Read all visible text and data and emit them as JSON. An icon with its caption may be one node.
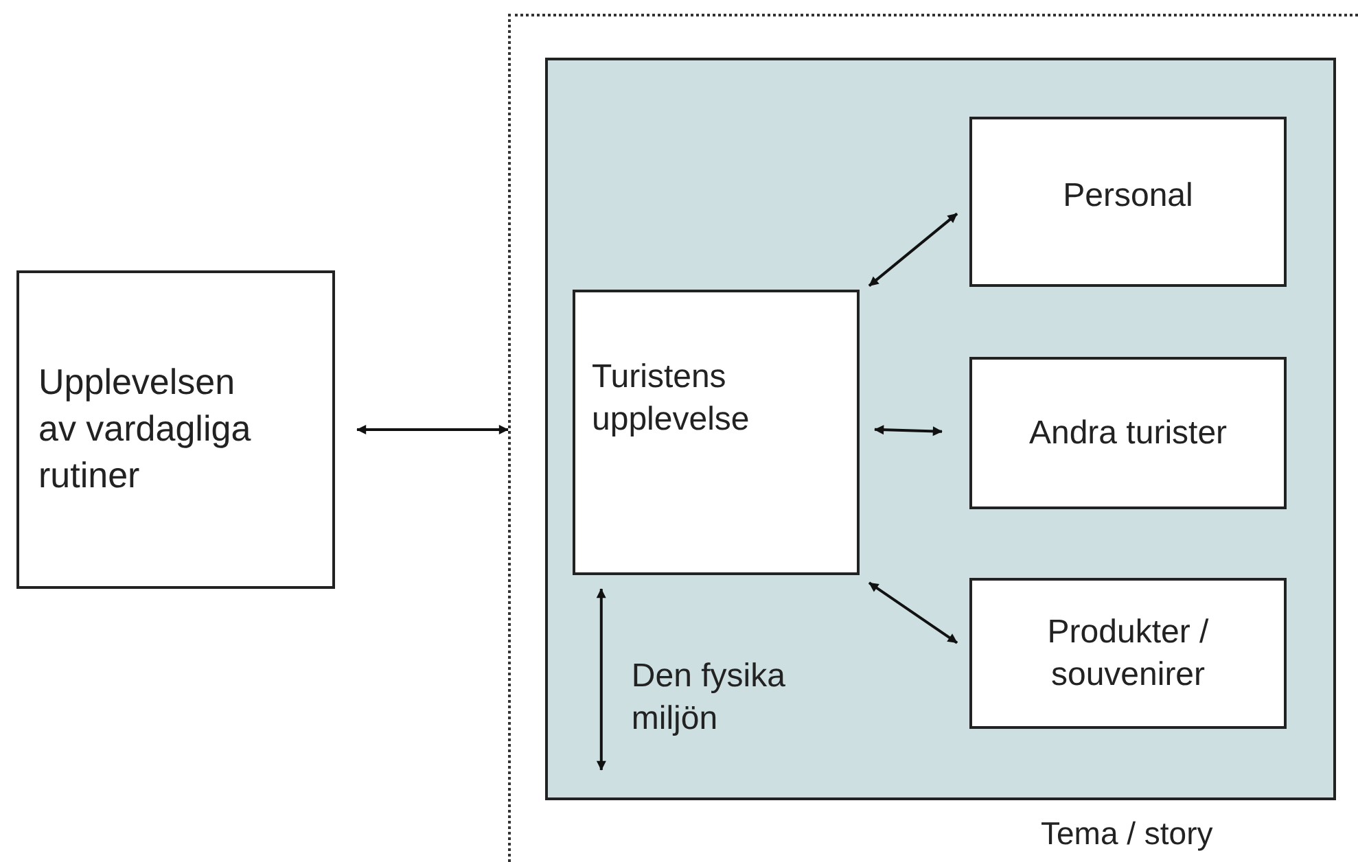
{
  "diagram": {
    "nodes": [
      {
        "text": [
          "Upplevelsen av vardagliga rutiner"
        ]
      },
      {
        "text": [
          "Tema / story"
        ]
      },
      {
        "text": [],
        "shape": "box",
        "in": 1
      },
      {
        "text": [
          "Turistens upplevelse"
        ],
        "in": 2
      },
      {
        "text": [
          "Personal"
        ],
        "in": 2
      },
      {
        "text": [
          "Andra turister"
        ],
        "in": 2
      },
      {
        "text": [
          "Produkter / souvenirer"
        ],
        "in": 2
      }
    ],
    "edges": [
      {
        "from": 0,
        "to": 1,
        "arrow": "both"
      },
      {
        "from": 3,
        "to": 4,
        "arrow": "both"
      },
      {
        "from": 3,
        "to": 5,
        "arrow": "both"
      },
      {
        "from": 3,
        "to": 6,
        "arrow": "both"
      },
      {
        "from": 3,
        "to": null,
        "arrow": "both",
        "label": "Den fysika miljön"
      }
    ]
  }
}
